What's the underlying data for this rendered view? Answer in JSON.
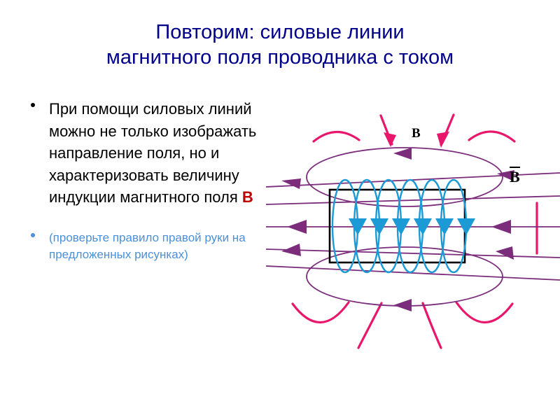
{
  "slide": {
    "background": "#FFFFFF",
    "title": {
      "color": "#00008B",
      "line1": "Повторим: силовые линии",
      "line2": "магнитного поля проводника с током"
    },
    "bullets": [
      {
        "color": "#000000",
        "marker": "bullet-dot",
        "text": "При помощи силовых линий можно не только изображать направление поля, но и характеризовать величину индукции магнитного  поля ",
        "emphasis": "В",
        "emphasis_color": "#C00000"
      },
      {
        "color": "#4A90D9",
        "marker": "bullet-dot",
        "text": "(проверьте правило правой руки на предложенных рисунках)"
      }
    ]
  },
  "figure": {
    "name": "solenoid-magnetic-field-diagram",
    "colors": {
      "field_line_purple": "#7B2D7B",
      "outer_arc_pink": "#E8176B",
      "coil_blue": "#1B9AD6",
      "core_outline": "#000000",
      "label": "#000000"
    },
    "labels": [
      {
        "name": "field-label-b-top",
        "text": "B"
      },
      {
        "name": "field-label-b-vector-right",
        "text": "B"
      }
    ],
    "elements": {
      "core_rectangle": "solenoid core box",
      "coil_turns": 6,
      "current_arrows": 6,
      "horizontal_field_lines": 5,
      "field_loops": 2,
      "outer_pink_arcs": 8,
      "right_pink_bar": 1
    }
  }
}
